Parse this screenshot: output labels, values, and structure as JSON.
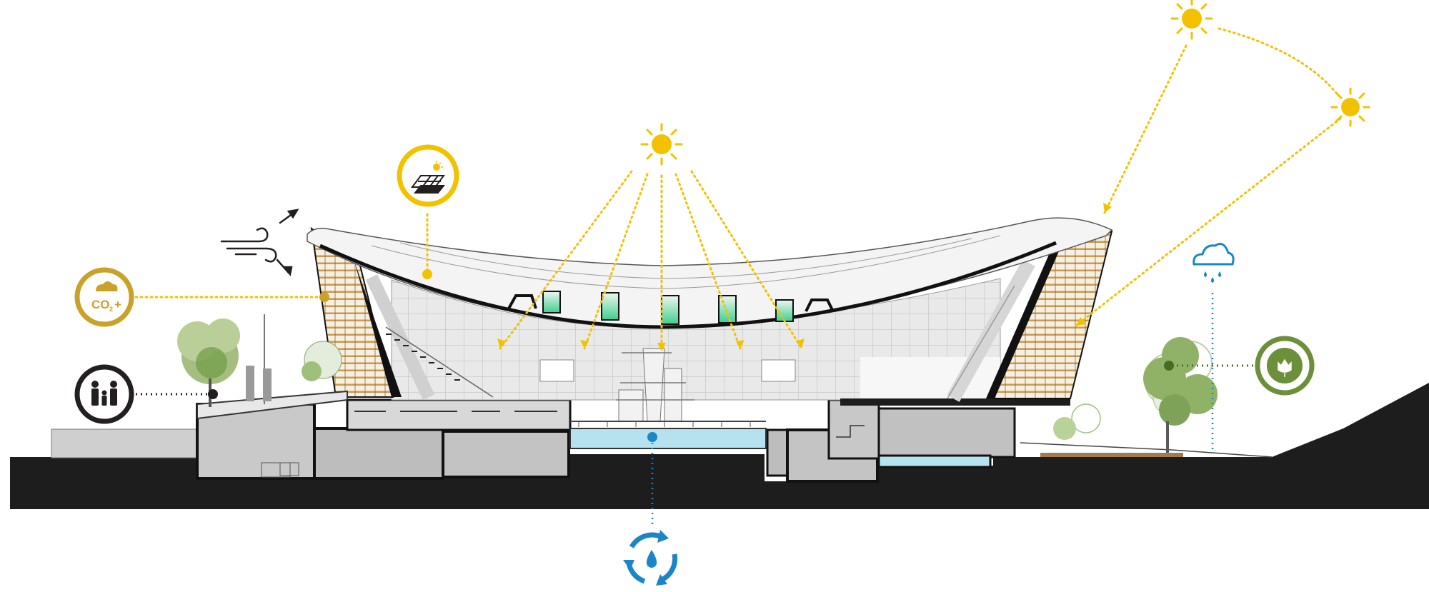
{
  "diagram": {
    "type": "architectural-section-sustainability-diagram",
    "icons": {
      "co2": {
        "name": "co2-cloud-icon",
        "label_main": "CO",
        "label_sub": "2",
        "label_plus": "+"
      },
      "people": {
        "name": "people-family-icon"
      },
      "solar_panel": {
        "name": "solar-panel-icon"
      },
      "wind": {
        "name": "wind-icon"
      },
      "rain": {
        "name": "rain-cloud-icon"
      },
      "planting": {
        "name": "plant-flower-icon"
      },
      "water_recycling": {
        "name": "water-recycle-icon"
      },
      "sun_main": {
        "name": "sun-icon"
      },
      "sun_upper_right": {
        "name": "sun-icon"
      },
      "sun_right": {
        "name": "sun-icon"
      }
    },
    "colors": {
      "solar_yellow": "#f2c200",
      "co2_gold": "#c9a227",
      "people_dark": "#231f20",
      "water_blue": "#1a86c8",
      "planting_green": "#6c8f3a",
      "pool_blue": "#b6e2ef",
      "ground_black": "#1d1d1d",
      "tree_green": "#8fb267",
      "skylight_green": "#3fcf8e",
      "facade_wood": "#c99a4f"
    }
  }
}
